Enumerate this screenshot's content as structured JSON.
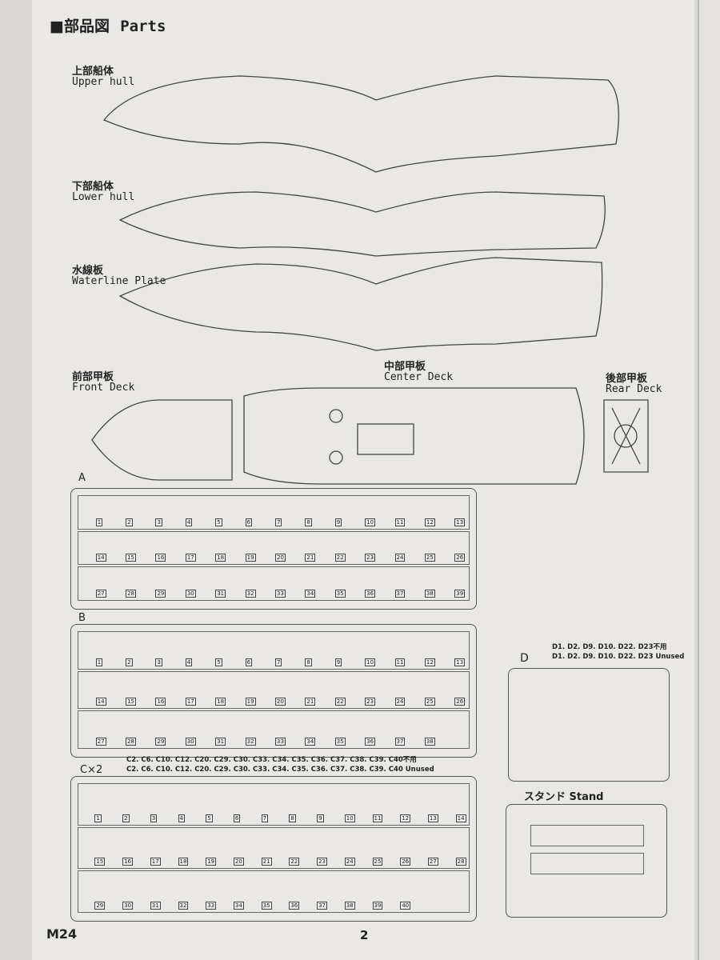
{
  "header": {
    "title_jp": "■部品図",
    "title_en": "Parts"
  },
  "parts": {
    "upper_hull": {
      "jp": "上部船体",
      "en": "Upper hull"
    },
    "lower_hull": {
      "jp": "下部船体",
      "en": "Lower hull"
    },
    "waterline": {
      "jp": "水線板",
      "en": "Waterline Plate"
    },
    "front_deck": {
      "jp": "前部甲板",
      "en": "Front Deck"
    },
    "center_deck": {
      "jp": "中部甲板",
      "en": "Center Deck"
    },
    "rear_deck": {
      "jp": "後部甲板",
      "en": "Rear Deck"
    }
  },
  "sprues": {
    "a": {
      "label": "A",
      "numbers": [
        "1",
        "2",
        "3",
        "4",
        "5",
        "6",
        "7",
        "8",
        "9",
        "10",
        "11",
        "12",
        "13",
        "14",
        "15",
        "16",
        "17",
        "18",
        "19",
        "20",
        "21",
        "22",
        "23",
        "24",
        "25",
        "26",
        "27",
        "28",
        "29",
        "30",
        "31",
        "32",
        "33",
        "34",
        "35",
        "36",
        "37",
        "38",
        "39"
      ]
    },
    "b": {
      "label": "B",
      "numbers": [
        "1",
        "2",
        "3",
        "4",
        "5",
        "6",
        "7",
        "8",
        "9",
        "10",
        "11",
        "12",
        "13",
        "14",
        "15",
        "16",
        "17",
        "18",
        "19",
        "20",
        "21",
        "22",
        "23",
        "24",
        "25",
        "26",
        "27",
        "28",
        "29",
        "30",
        "31",
        "32",
        "33",
        "34",
        "35",
        "36",
        "37",
        "38"
      ]
    },
    "c": {
      "label": "C×2",
      "note_jp": "C2. C6. C10. C12. C20. C29. C30. C33. C34. C35. C36. C37. C38. C39. C40不用",
      "note_en": "C2. C6. C10. C12. C20. C29. C30. C33. C34. C35. C36. C37. C38. C39. C40 Unused",
      "numbers": [
        "1",
        "2",
        "3",
        "4",
        "5",
        "6",
        "7",
        "8",
        "9",
        "10",
        "11",
        "12",
        "13",
        "14",
        "15",
        "16",
        "17",
        "18",
        "19",
        "20",
        "21",
        "22",
        "23",
        "24",
        "25",
        "26",
        "27",
        "28",
        "29",
        "30",
        "31",
        "32",
        "33",
        "34",
        "35",
        "36",
        "37",
        "38",
        "39",
        "40"
      ]
    },
    "d": {
      "label": "D",
      "note_jp": "D1. D2. D9. D10. D22. D23不用",
      "note_en": "D1. D2. D9. D10. D22. D23 Unused"
    },
    "stand": {
      "label": "スタンド Stand"
    }
  },
  "footer": {
    "code": "M24",
    "page": "2"
  }
}
